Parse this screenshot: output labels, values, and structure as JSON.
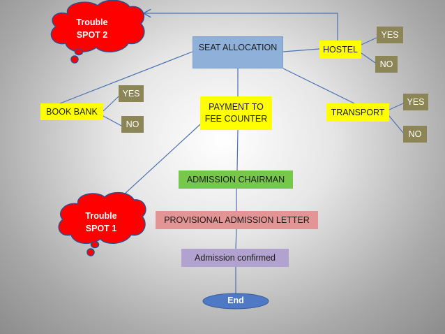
{
  "nodes": {
    "seat_allocation": "SEAT ALLOCATION",
    "hostel": "HOSTEL",
    "book_bank": "BOOK BANK",
    "payment": "PAYMENT  TO\nFEE COUNTER",
    "transport": "TRANSPORT",
    "admission_chairman": "ADMISSION CHAIRMAN",
    "provisional_letter": "PROVISIONAL ADMISSION LETTER",
    "admission_confirmed": "Admission confirmed",
    "end": "End"
  },
  "options": {
    "hostel_yes": "YES",
    "hostel_no": "NO",
    "bookbank_yes": "YES",
    "bookbank_no": "NO",
    "transport_yes": "YES",
    "transport_no": "NO"
  },
  "trouble_spots": {
    "spot2": "Trouble\nSPOT 2",
    "spot1": "Trouble\nSPOT 1"
  },
  "colors": {
    "cloud_red": "#ff0000",
    "cloud_outline": "#2e4f8a",
    "connector": "#4a72b0",
    "end_ellipse": "#4f79c4"
  }
}
